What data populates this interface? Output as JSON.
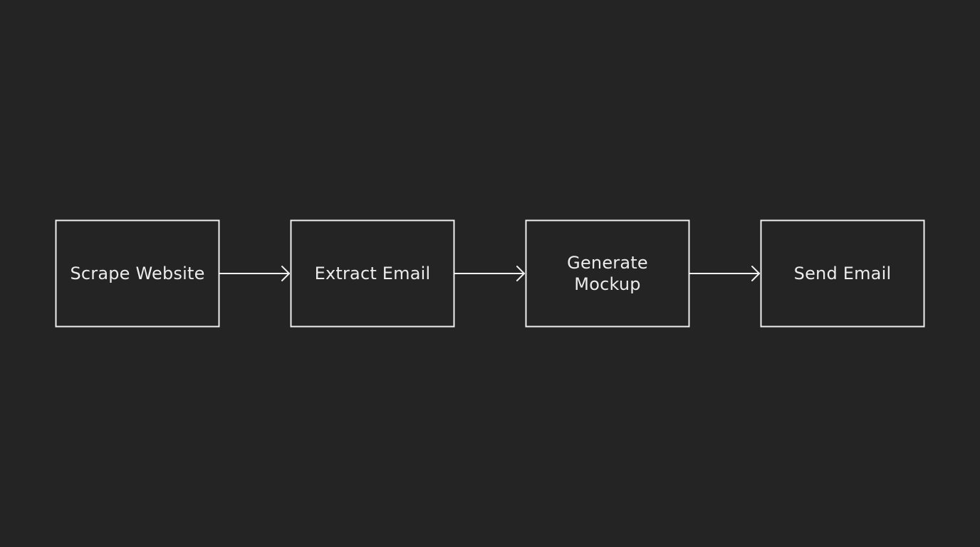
{
  "diagram": {
    "colors": {
      "background": "#242424",
      "stroke": "#f0f0f0",
      "text": "#ececec"
    },
    "nodes": [
      {
        "label": "Scrape Website"
      },
      {
        "label": "Extract Email"
      },
      {
        "label": "Generate\nMockup"
      },
      {
        "label": "Send Email"
      }
    ],
    "edges": [
      {
        "from": 0,
        "to": 1
      },
      {
        "from": 1,
        "to": 2
      },
      {
        "from": 2,
        "to": 3
      }
    ]
  }
}
